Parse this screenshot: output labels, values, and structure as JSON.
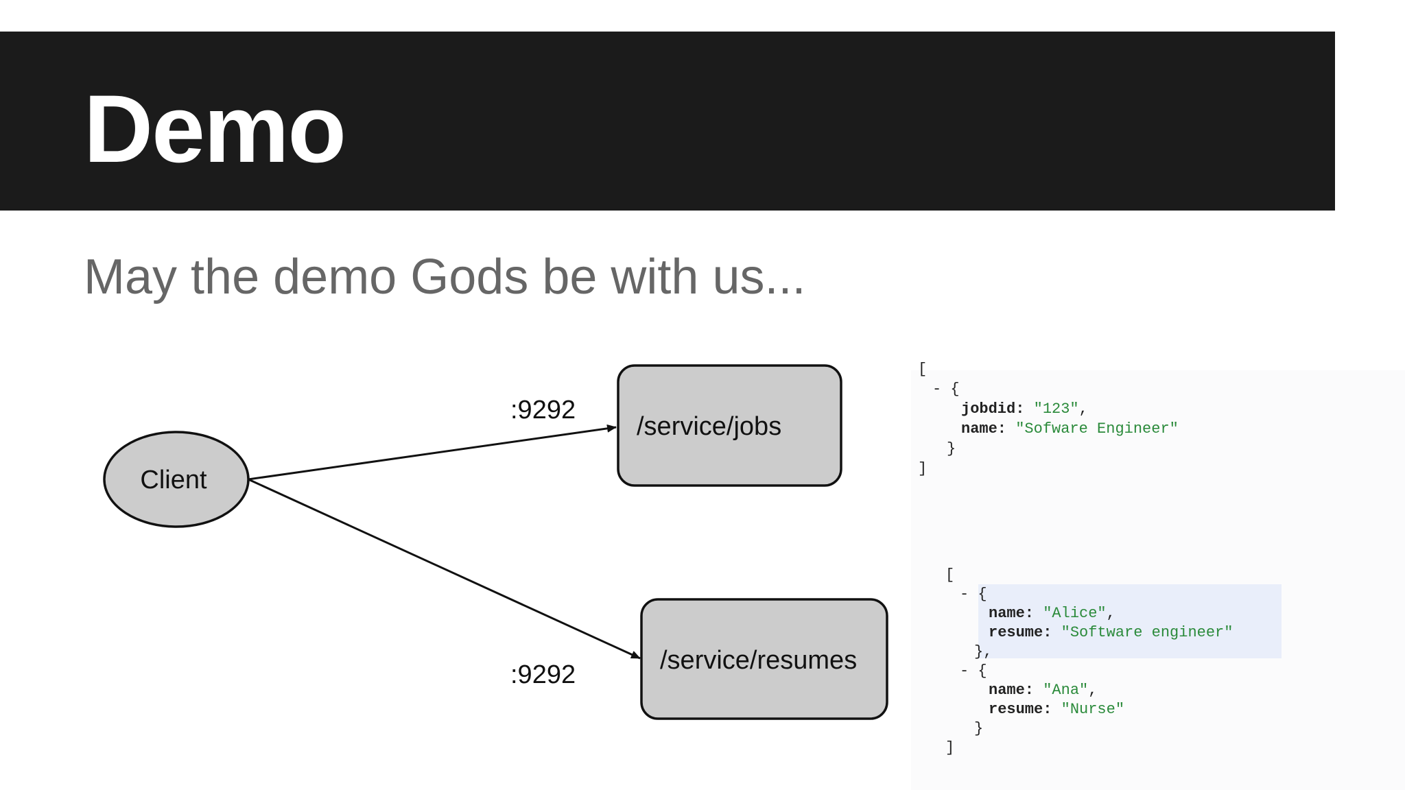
{
  "slide": {
    "title": "Demo",
    "subtitle": "May the demo Gods be with us..."
  },
  "diagram": {
    "nodes": {
      "client": "Client",
      "jobs": "/service/jobs",
      "resumes": "/service/resumes"
    },
    "edges": {
      "to_jobs_label": ":9292",
      "to_resumes_label": ":9292"
    }
  },
  "json_jobs": {
    "lines": [
      {
        "prefix": "[",
        "indent": 0
      },
      {
        "prefix": "- {",
        "indent": 1
      },
      {
        "key": "jobdid: ",
        "value": "\"123\"",
        "suffix": ",",
        "indent": 3
      },
      {
        "key": "name: ",
        "value": "\"Sofware Engineer\"",
        "suffix": "",
        "indent": 3
      },
      {
        "prefix": "}",
        "indent": 2
      },
      {
        "prefix": "]",
        "indent": 0
      }
    ]
  },
  "json_resumes": {
    "lines": [
      {
        "prefix": "[",
        "indent": 0
      },
      {
        "prefix": "- {",
        "indent": 1
      },
      {
        "key": "name: ",
        "value": "\"Alice\"",
        "suffix": ",",
        "indent": 3
      },
      {
        "key": "resume: ",
        "value": "\"Software engineer\"",
        "suffix": "",
        "indent": 3
      },
      {
        "prefix": "},",
        "indent": 2
      },
      {
        "prefix": "- {",
        "indent": 1
      },
      {
        "key": "name: ",
        "value": "\"Ana\"",
        "suffix": ",",
        "indent": 3
      },
      {
        "key": "resume: ",
        "value": "\"Nurse\"",
        "suffix": "",
        "indent": 3
      },
      {
        "prefix": "}",
        "indent": 2
      },
      {
        "prefix": "]",
        "indent": 0
      }
    ]
  },
  "colors": {
    "title_bar": "#1b1b1b",
    "node_fill": "#cccccc",
    "json_value": "#2a8a3a",
    "highlight": "#e9eefa"
  }
}
